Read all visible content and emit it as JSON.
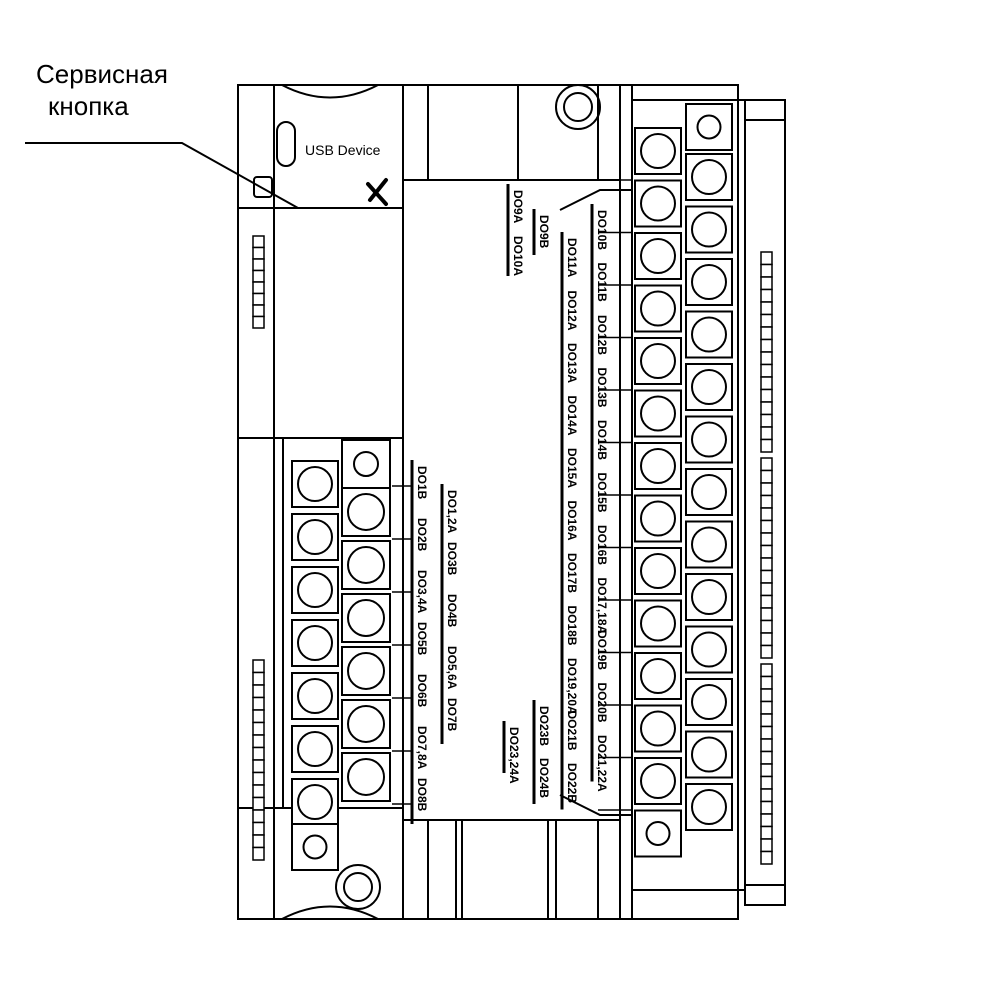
{
  "callout": {
    "line1": "Сервисная",
    "line2": "кнопка"
  },
  "usb_label": "USB Device",
  "colors": {
    "stroke": "#000000",
    "background": "#ffffff"
  },
  "icons": {
    "service": "tools-icon"
  },
  "left_labels_col1": [
    "DO1B",
    "DO2B",
    "DO3,4A",
    "DO5B",
    "DO6B",
    "DO7,8A",
    "DO8B"
  ],
  "left_labels_col2": [
    "DO1,2A",
    "DO3B",
    "DO4B",
    "DO5,6A",
    "DO7B"
  ],
  "top_labels_col1": [
    "DO9A",
    "DO10A"
  ],
  "top_labels_col2": [
    "DO9B"
  ],
  "right_labels_col1": [
    "DO11A",
    "DO12A",
    "DO13A",
    "DO14A",
    "DO15A",
    "DO16A",
    "DO17B",
    "DO18B",
    "DO19,20A",
    "DO21B",
    "DO22B"
  ],
  "right_labels_col2": [
    "DO10B",
    "DO11B",
    "DO12B",
    "DO13B",
    "DO14B",
    "DO15B",
    "DO16B",
    "DO17,18A",
    "DO19B",
    "DO20B",
    "DO21,22A"
  ],
  "bottom_labels_col1": [
    "DO23,24A"
  ],
  "bottom_labels_col2": [
    "DO23B",
    "DO24B"
  ]
}
